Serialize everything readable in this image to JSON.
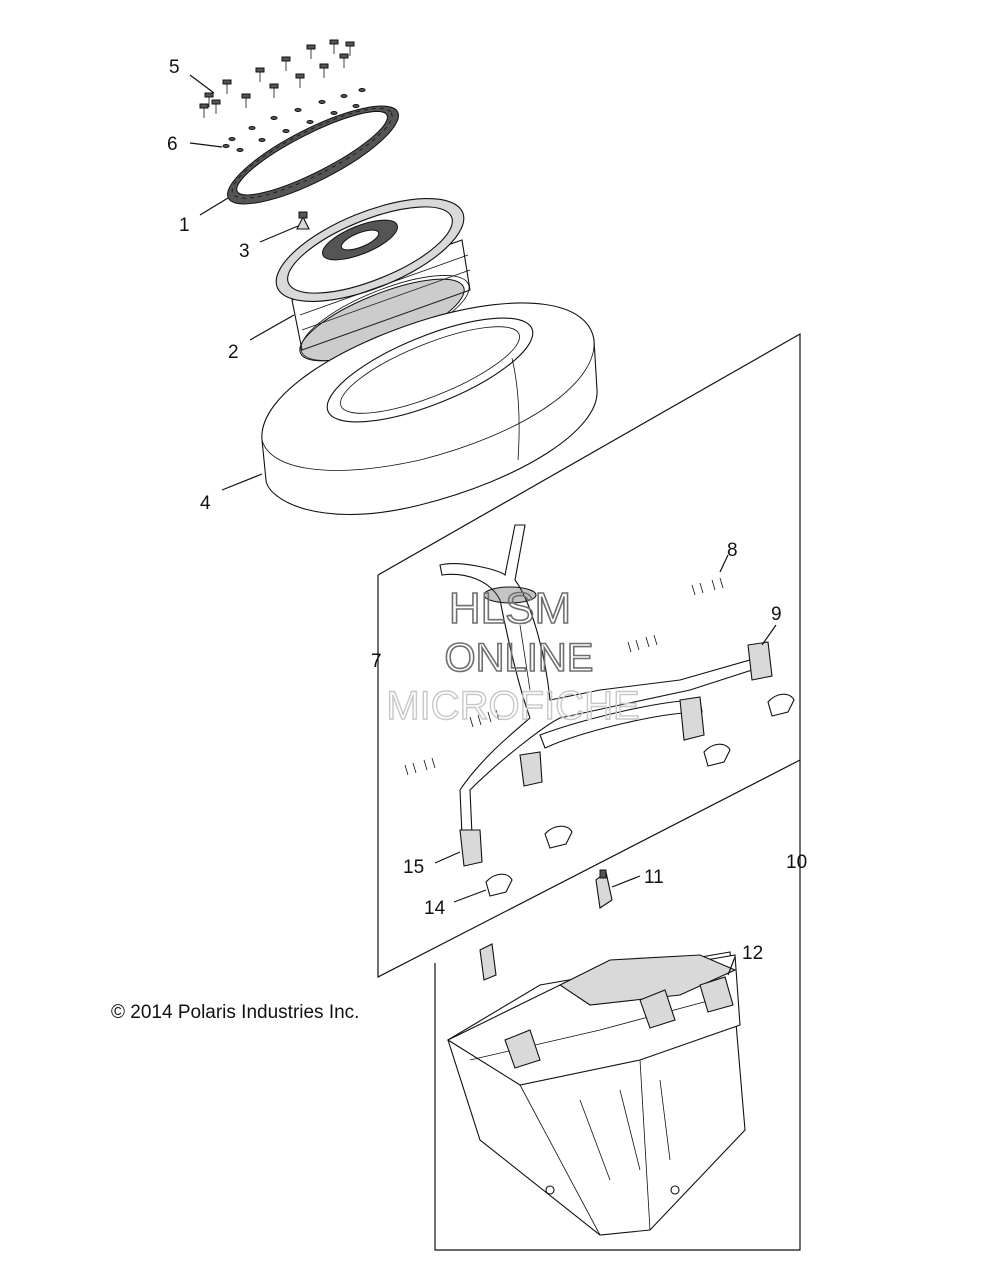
{
  "callouts": [
    "1",
    "2",
    "3",
    "4",
    "5",
    "6",
    "7",
    "8",
    "9",
    "10",
    "11",
    "12",
    "14",
    "15"
  ],
  "copyright": "© 2014 Polaris Industries Inc.",
  "watermark": {
    "line1": "HLSM",
    "line2": "ONLINE",
    "line3": "MICROFICHE"
  }
}
